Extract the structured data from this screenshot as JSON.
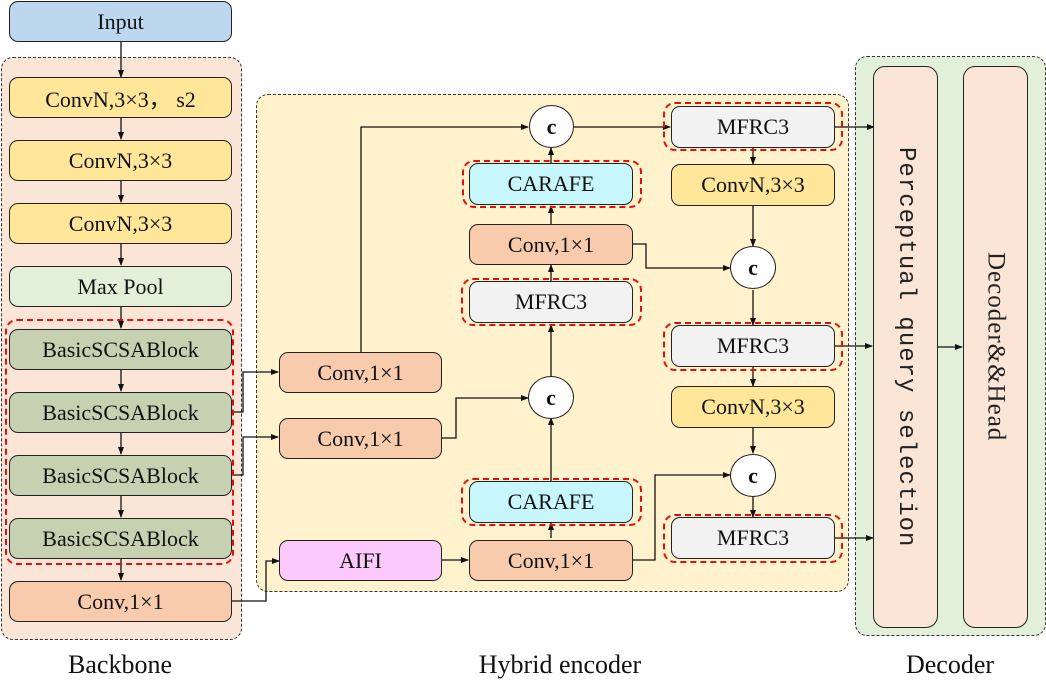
{
  "colors": {
    "input": "#bdd7ee",
    "backbone_bg": "#fbe5d6",
    "convn": "#ffe699",
    "maxpool": "#e2f0d9",
    "basic_block": "#c5d1b0",
    "conv": "#f8cbad",
    "encoder_bg": "#fff2cc",
    "aifi": "#fbc9fb",
    "carafe": "#c7f6fc",
    "mfrc3": "#f2f2f2",
    "decoder_bg": "#e2f0d9",
    "decoder_block": "#fbe5d6",
    "highlight": "#e01010"
  },
  "input": {
    "label": "Input"
  },
  "backbone": {
    "caption": "Backbone",
    "blocks": [
      {
        "label": "ConvN,3×3，  s2"
      },
      {
        "label": "ConvN,3×3"
      },
      {
        "label": "ConvN,3×3"
      },
      {
        "label": "Max Pool"
      },
      {
        "label": "BasicSCSABlock"
      },
      {
        "label": "BasicSCSABlock"
      },
      {
        "label": "BasicSCSABlock"
      },
      {
        "label": "BasicSCSABlock"
      },
      {
        "label": "Conv,1×1"
      }
    ]
  },
  "encoder": {
    "caption": "Hybrid encoder",
    "lateral_conv_top": "Conv,1×1",
    "lateral_conv_mid": "Conv,1×1",
    "aifi": "AIFI",
    "conv_bottom": "Conv,1×1",
    "carafe_bottom": "CARAFE",
    "concat_mid": "c",
    "mfrc3_mid": "MFRC3",
    "conv_mid": "Conv,1×1",
    "carafe_top": "CARAFE",
    "concat_top": "c",
    "mfrc3_out1": "MFRC3",
    "convn_down1": "ConvN,3×3",
    "concat_down1": "c",
    "mfrc3_out2": "MFRC3",
    "convn_down2": "ConvN,3×3",
    "concat_down2": "c",
    "mfrc3_out3": "MFRC3"
  },
  "decoder": {
    "caption": "Decoder",
    "query_selection": "Perceptual query selection",
    "head": "Decoder&&Head"
  }
}
